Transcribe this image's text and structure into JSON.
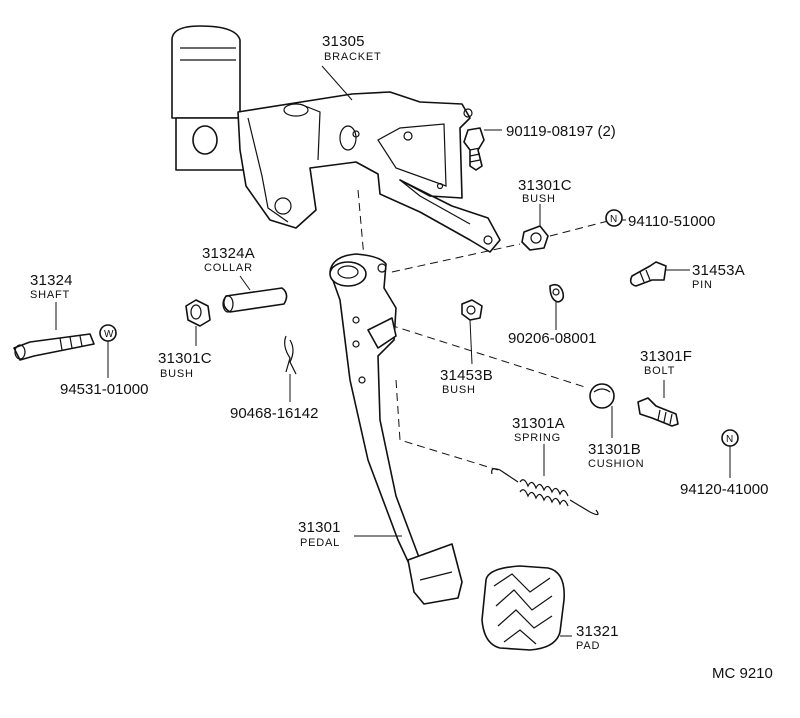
{
  "labels": {
    "bracket": {
      "number": "31305",
      "name": "BRACKET"
    },
    "bracket_bolt": {
      "code": "90119-08197 (2)"
    },
    "bush_upper": {
      "number": "31301C",
      "name": "BUSH"
    },
    "nut_upper": {
      "code": "94110-51000",
      "badge": "N"
    },
    "collar": {
      "number": "31324A",
      "name": "COLLAR"
    },
    "shaft": {
      "number": "31324",
      "name": "SHAFT"
    },
    "pin": {
      "number": "31453A",
      "name": "PIN"
    },
    "washer": {
      "code": "94531-01000",
      "badge": "W"
    },
    "bush_left": {
      "number": "31301C",
      "name": "BUSH"
    },
    "clip": {
      "code": "90468-16142"
    },
    "bush_mid": {
      "number": "31453B",
      "name": "BUSH"
    },
    "clip2": {
      "code": "90206-08001"
    },
    "bolt": {
      "number": "31301F",
      "name": "BOLT"
    },
    "spring": {
      "number": "31301A",
      "name": "SPRING"
    },
    "cushion": {
      "number": "31301B",
      "name": "CUSHION"
    },
    "nut_lower": {
      "code": "94120-41000",
      "badge": "N"
    },
    "pedal": {
      "number": "31301",
      "name": "PEDAL"
    },
    "pad": {
      "number": "31321",
      "name": "PAD"
    }
  },
  "diagram_code": "MC 9210"
}
